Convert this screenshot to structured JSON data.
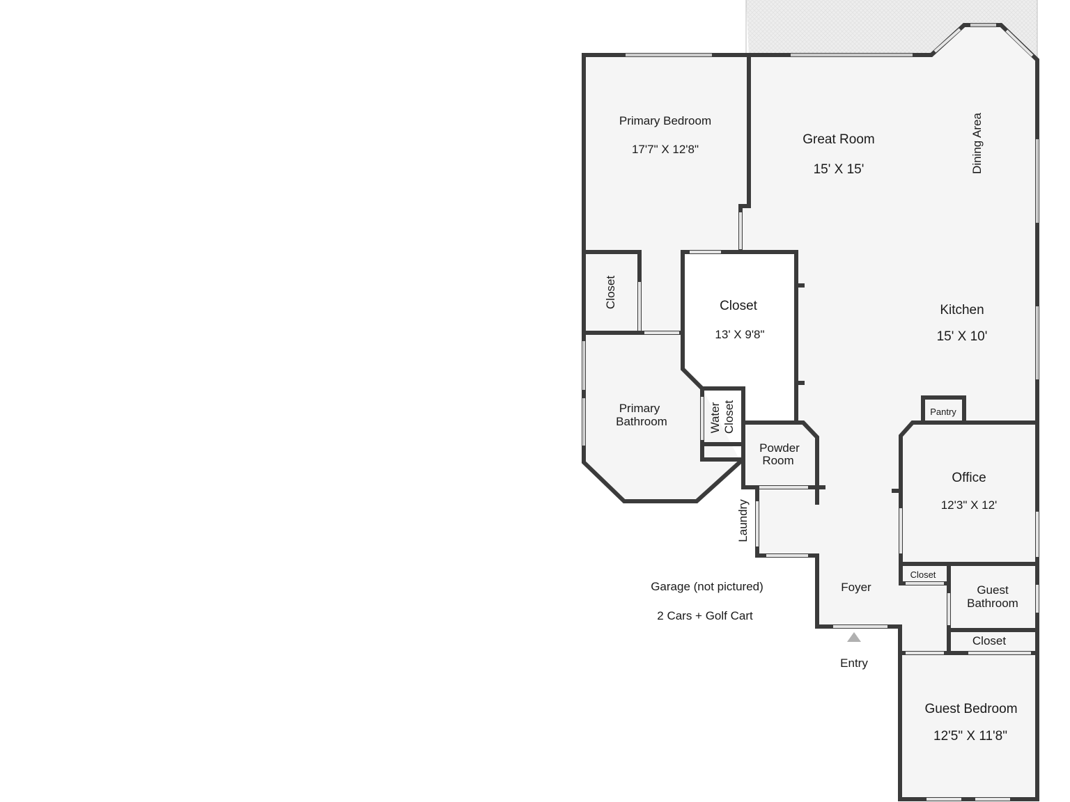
{
  "rooms": {
    "primary_bedroom": {
      "name": "Primary Bedroom",
      "dims": "17'7\" X 12'8\""
    },
    "great_room": {
      "name": "Great Room",
      "dims": "15' X 15'"
    },
    "dining_area": {
      "name": "Dining Area"
    },
    "closet_left": {
      "name": "Closet"
    },
    "walk_in_closet": {
      "name": "Closet",
      "dims": "13' X 9'8\""
    },
    "kitchen": {
      "name": "Kitchen",
      "dims": "15' X 10'"
    },
    "pantry": {
      "name": "Pantry"
    },
    "primary_bathroom": {
      "line1": "Primary",
      "line2": "Bathroom"
    },
    "water_closet": {
      "line1": "Water",
      "line2": "Closet"
    },
    "powder_room": {
      "line1": "Powder",
      "line2": "Room"
    },
    "office": {
      "name": "Office",
      "dims": "12'3\" X 12'"
    },
    "laundry": {
      "name": "Laundry"
    },
    "foyer": {
      "name": "Foyer"
    },
    "closet_small": {
      "name": "Closet"
    },
    "guest_bathroom": {
      "line1": "Guest",
      "line2": "Bathroom"
    },
    "closet_guest": {
      "name": "Closet"
    },
    "guest_bedroom": {
      "name": "Guest Bedroom",
      "dims": "12'5\" X 11'8\""
    }
  },
  "entry": {
    "label": "Entry"
  },
  "garage": {
    "line1": "Garage (not pictured)",
    "line2": "2 Cars + Golf Cart"
  },
  "colors": {
    "floor": "#f5f5f5",
    "wall": "#3b3b3b",
    "patio": "#eeeeee",
    "window": "#e6e6e6",
    "entry_marker": "#b0b0b0"
  }
}
